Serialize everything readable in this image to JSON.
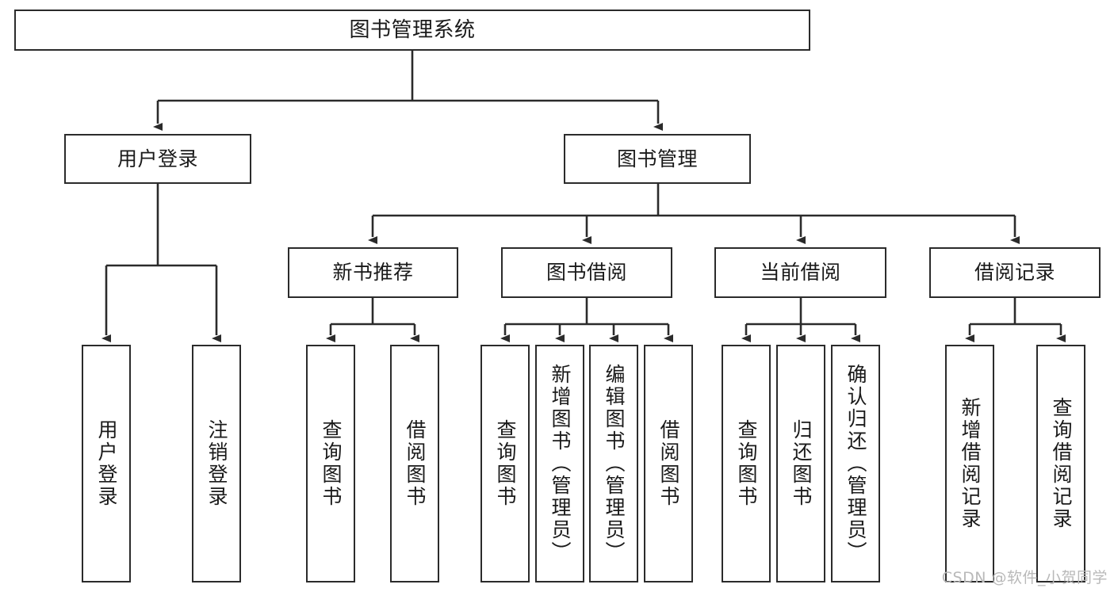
{
  "diagram": {
    "type": "tree",
    "title": "图书管理系统",
    "root": {
      "label": "图书管理系统"
    },
    "level1": [
      {
        "label": "用户登录"
      },
      {
        "label": "图书管理"
      }
    ],
    "level2": [
      {
        "label": "新书推荐"
      },
      {
        "label": "图书借阅"
      },
      {
        "label": "当前借阅"
      },
      {
        "label": "借阅记录"
      }
    ],
    "leaves": {
      "user_login": [
        {
          "label": "用户登录"
        },
        {
          "label": "注销登录"
        }
      ],
      "new_book": [
        {
          "label": "查询图书"
        },
        {
          "label": "借阅图书"
        }
      ],
      "book_borrow": [
        {
          "label": "查询图书"
        },
        {
          "label": "新增图书（管理员）"
        },
        {
          "label": "编辑图书（管理员）"
        },
        {
          "label": "借阅图书"
        }
      ],
      "current_borrow": [
        {
          "label": "查询图书"
        },
        {
          "label": "归还图书"
        },
        {
          "label": "确认归还（管理员）"
        }
      ],
      "borrow_record": [
        {
          "label": "新增借阅记录"
        },
        {
          "label": "查询借阅记录"
        }
      ]
    }
  },
  "watermark": {
    "text": "CSDN @软件_小贺同学"
  },
  "colors": {
    "stroke": "#2b2b2b",
    "fill": "#ffffff",
    "text": "#1a1a1a",
    "watermark": "#b9b9b9"
  }
}
